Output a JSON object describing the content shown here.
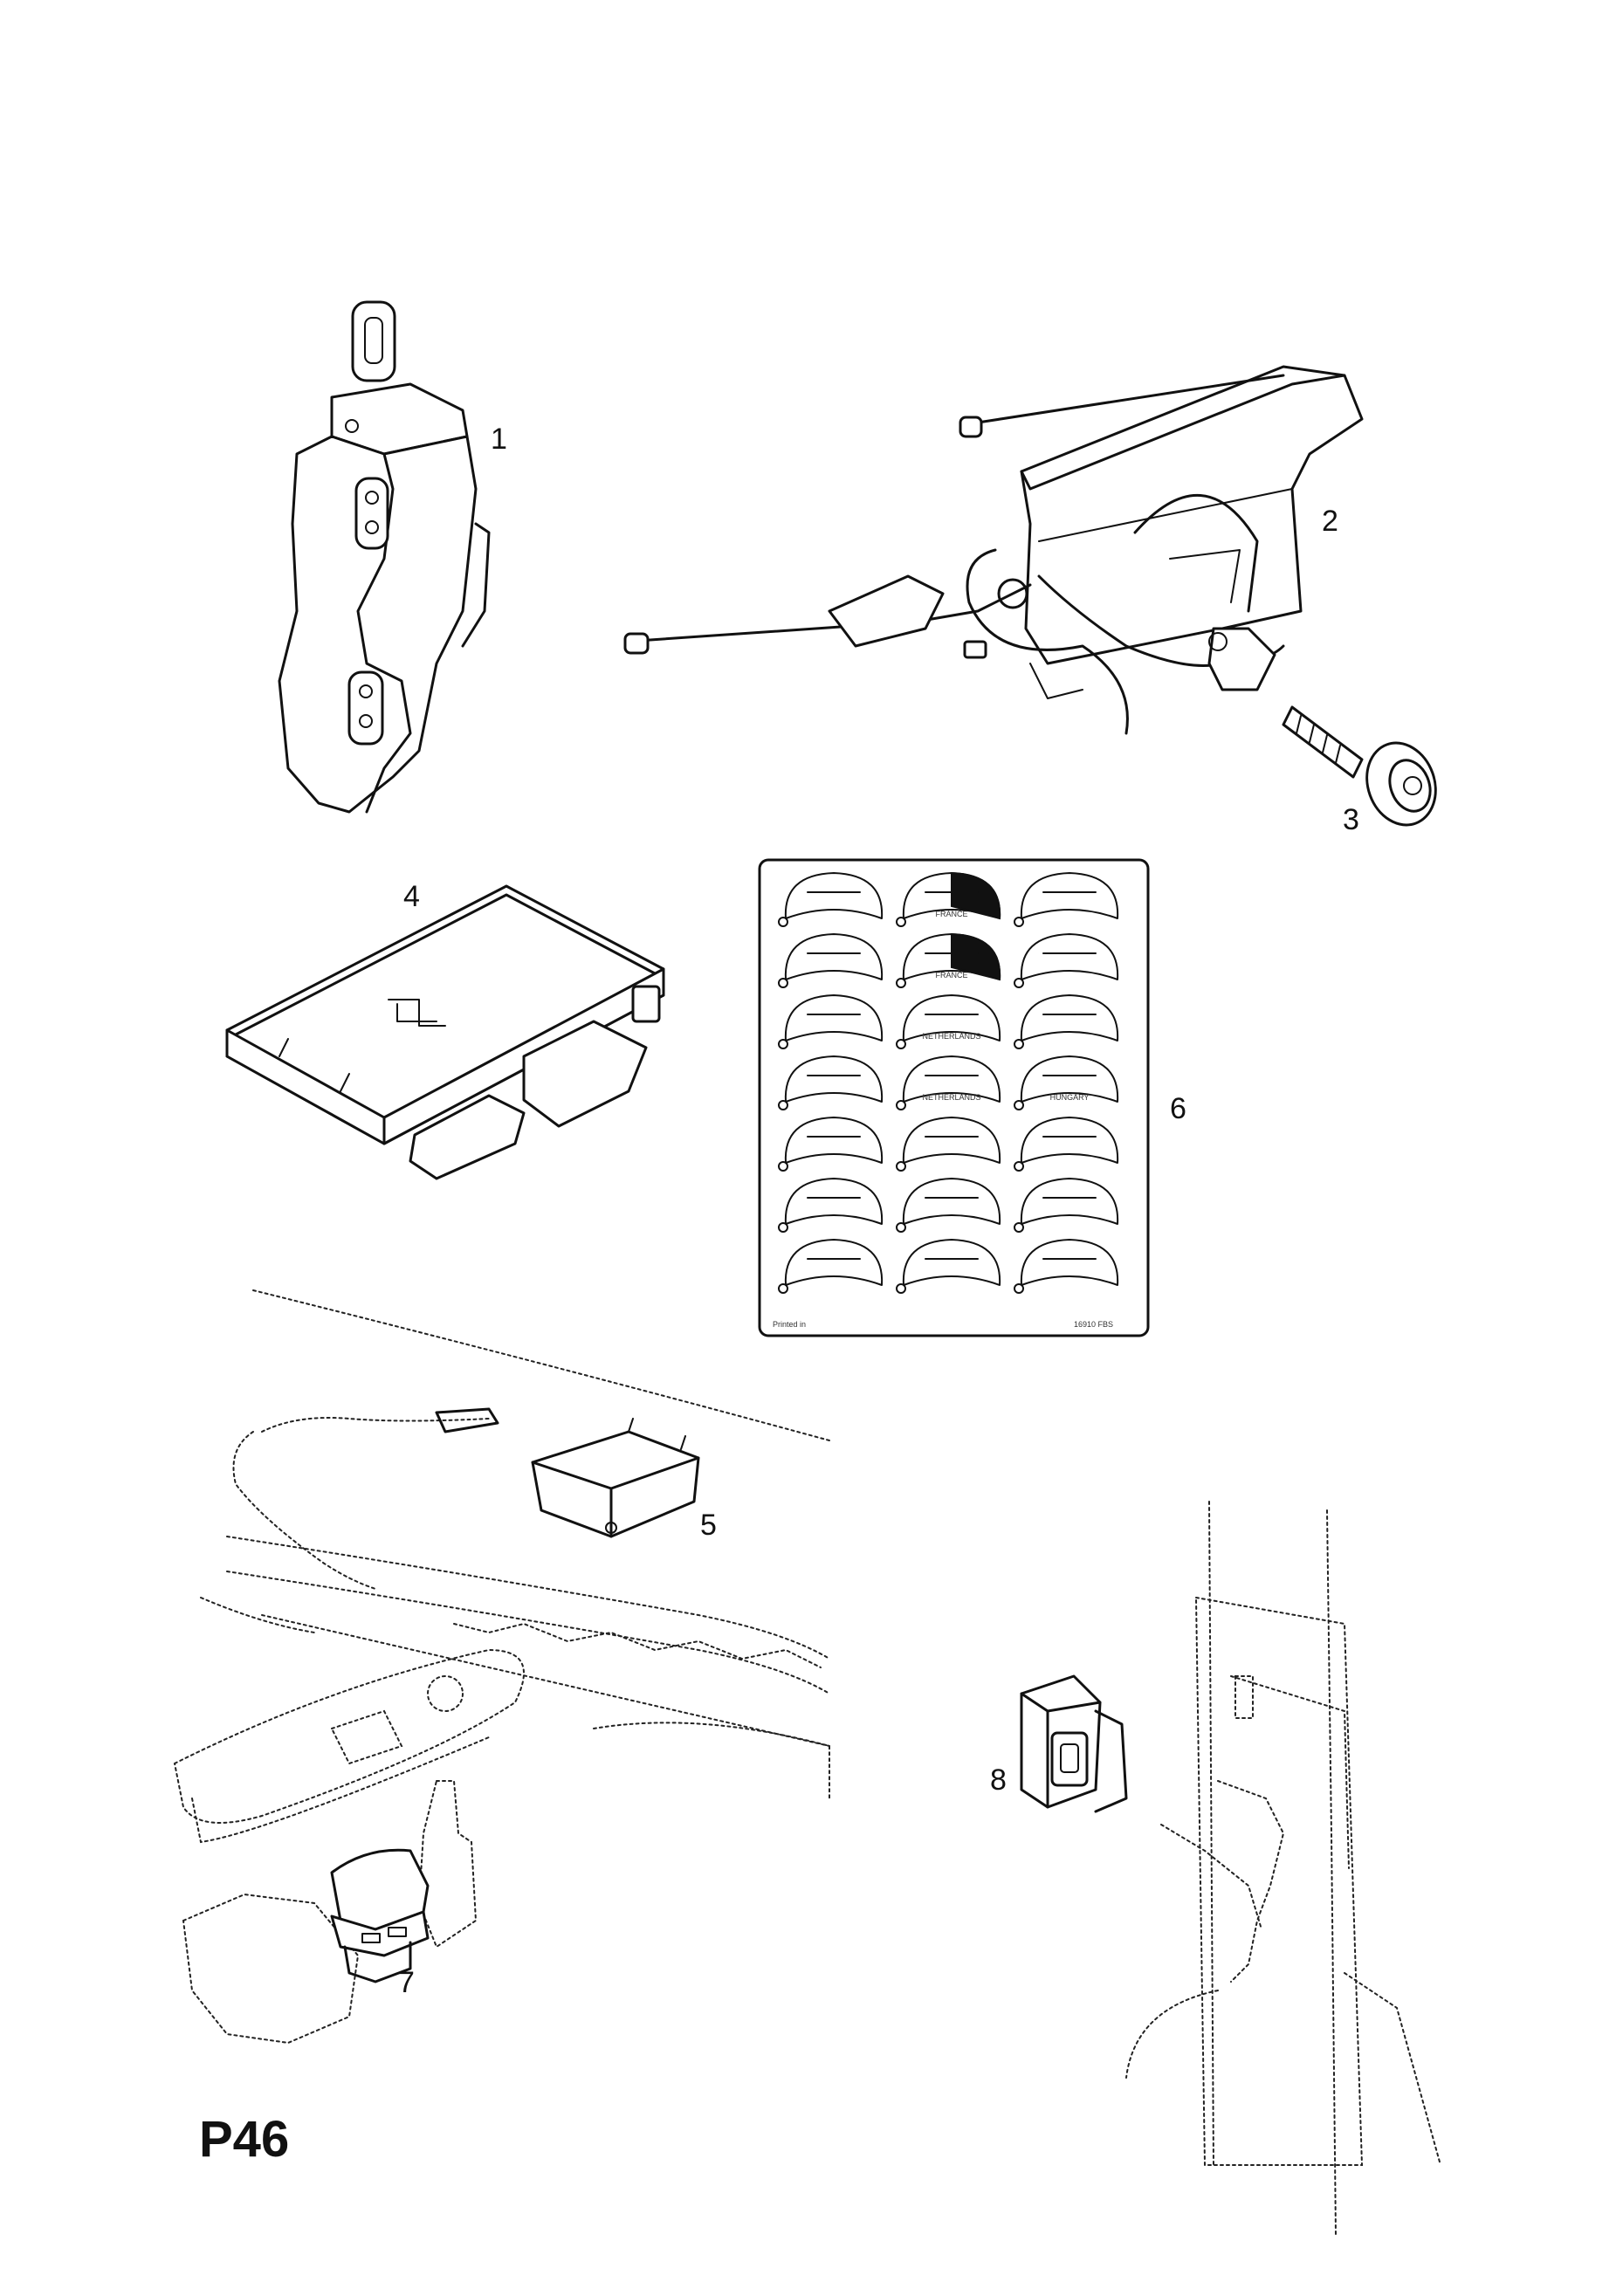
{
  "page": {
    "code": "P46"
  },
  "callouts": [
    {
      "id": "1",
      "text": "1"
    },
    {
      "id": "2",
      "text": "2"
    },
    {
      "id": "3",
      "text": "3"
    },
    {
      "id": "4",
      "text": "4"
    },
    {
      "id": "5",
      "text": "5"
    },
    {
      "id": "6",
      "text": "6"
    },
    {
      "id": "7",
      "text": "7"
    },
    {
      "id": "8",
      "text": "8"
    }
  ],
  "label_sheet": {
    "captions": [
      "FRANCE",
      "FRANCE",
      "NETHERLANDS",
      "NETHERLANDS",
      "HUNGARY"
    ]
  }
}
